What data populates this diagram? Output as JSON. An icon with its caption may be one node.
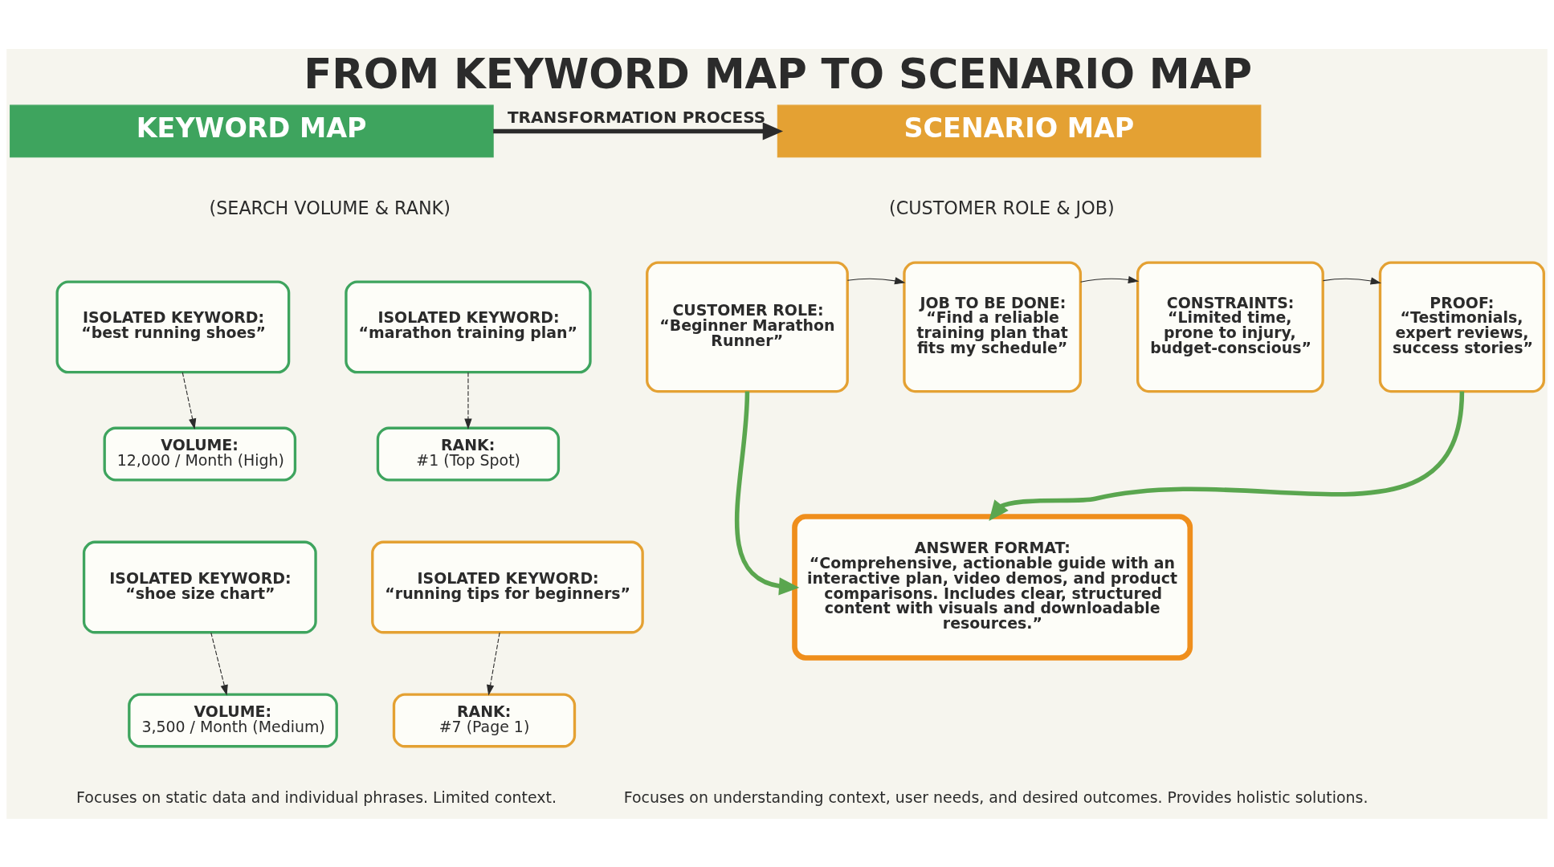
{
  "diagram": {
    "title": "FROM KEYWORD MAP TO SCENARIO MAP",
    "nodes": [
      {
        "text": [
          "KEYWORD MAP"
        ]
      },
      {
        "text": [
          "SCENARIO MAP"
        ]
      },
      {
        "text": [
          "ISOLATED KEYWORD:",
          "“best running shoes”"
        ]
      },
      {
        "text": [
          "VOLUME:",
          "12,000 / Month (High)"
        ]
      },
      {
        "text": [
          "ISOLATED KEYWORD:",
          "“marathon training plan”"
        ]
      },
      {
        "text": [
          "RANK:",
          "#1 (Top Spot)"
        ]
      },
      {
        "text": [
          "ISOLATED KEYWORD:",
          "“shoe size chart”"
        ]
      },
      {
        "text": [
          "VOLUME:",
          "3,500 / Month (Medium)"
        ]
      },
      {
        "text": [
          "ISOLATED KEYWORD:",
          "“running tips for beginners”"
        ]
      },
      {
        "text": [
          "RANK:",
          "#7 (Page 1)"
        ]
      },
      {
        "text": [
          "CUSTOMER ROLE:",
          "“Beginner Marathon Runner”"
        ]
      },
      {
        "text": [
          "JOB TO BE DONE:",
          "“Find a reliable training plan that fits my schedule”"
        ]
      },
      {
        "text": [
          "CONSTRAINTS:",
          "“Limited time, prone to injury, budget-conscious”"
        ]
      },
      {
        "text": [
          "PROOF:",
          "“Testimonials, expert reviews, success stories”"
        ]
      },
      {
        "text": [
          "ANSWER FORMAT:",
          "“Comprehensive, actionable guide with an interactive plan, video demos, and product comparisons. Includes clear, structured content with visuals and downloadable resources.”"
        ]
      }
    ],
    "edges": [
      {
        "from": 0,
        "to": 1,
        "arrow": "to",
        "label": "TRANSFORMATION PROCESS",
        "style": "thick"
      },
      {
        "from": 2,
        "to": 3,
        "arrow": "to",
        "style": "dashed"
      },
      {
        "from": 4,
        "to": 5,
        "arrow": "to",
        "style": "dashed"
      },
      {
        "from": 6,
        "to": 7,
        "arrow": "to",
        "style": "dashed"
      },
      {
        "from": 8,
        "to": 9,
        "arrow": "to",
        "style": "dashed"
      },
      {
        "from": 10,
        "to": 11,
        "arrow": "to"
      },
      {
        "from": 11,
        "to": 12,
        "arrow": "to"
      },
      {
        "from": 12,
        "to": 13,
        "arrow": "to"
      },
      {
        "from": 10,
        "to": 14,
        "arrow": "to",
        "style": "thick",
        "color": "#5aa64f"
      },
      {
        "from": 13,
        "to": 14,
        "arrow": "to",
        "style": "thick",
        "color": "#5aa64f"
      }
    ],
    "labels": [
      "(SEARCH VOLUME & RANK)",
      "(CUSTOMER ROLE & JOB)",
      "Focuses on static data and individual phrases. Limited context.",
      "Focuses on understanding context, user needs, and desired outcomes. Provides holistic solutions."
    ]
  }
}
